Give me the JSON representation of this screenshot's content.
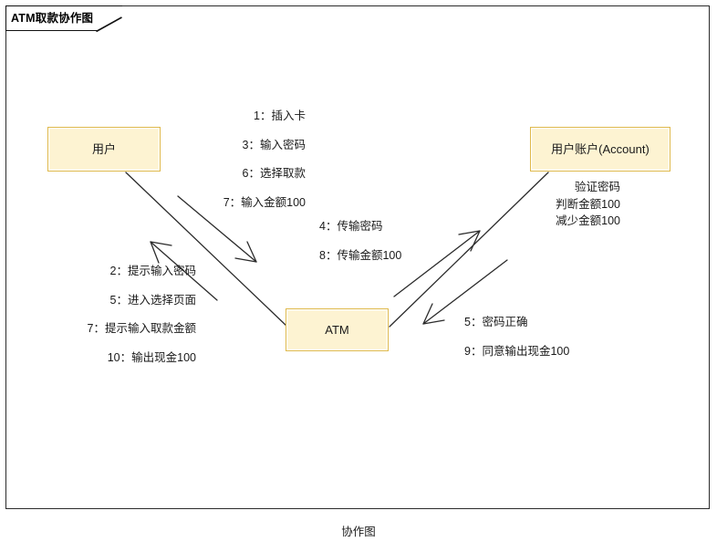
{
  "frame": {
    "title": "ATM取款协作图"
  },
  "caption": "协作图",
  "objects": {
    "user": {
      "label": "用户"
    },
    "account": {
      "label": "用户账户(Account)"
    },
    "atm": {
      "label": "ATM"
    }
  },
  "messages": {
    "user_to_atm": [
      "1：插入卡",
      "3：输入密码",
      "6：选择取款",
      "7：输入金额100"
    ],
    "atm_to_user": [
      "2：提示输入密码",
      "5：进入选择页面",
      "7：提示输入取款金额",
      "10：输出现金100"
    ],
    "atm_to_account": [
      "4：传输密码",
      "8：传输金额100"
    ],
    "account_to_atm": [
      "5：密码正确",
      "9：同意输出现金100"
    ],
    "account_self": [
      "验证密码",
      "判断金额100",
      "减少金额100"
    ]
  },
  "colors": {
    "box_fill": "#fdf3d2",
    "box_border": "#dfb94b",
    "frame_border": "#2b2b2b",
    "link_stroke": "#2b2b2b",
    "text": "#1a1a1a"
  }
}
